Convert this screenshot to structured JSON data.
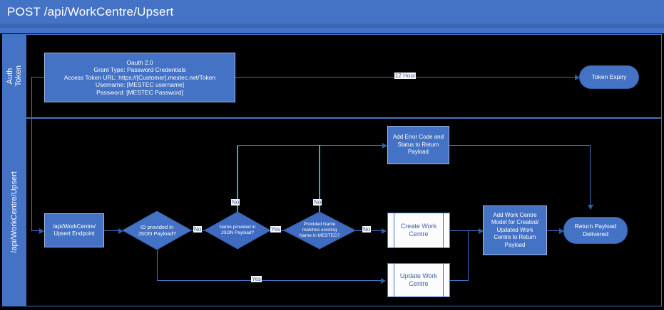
{
  "header": {
    "title": "POST /api/WorkCentre/Upsert"
  },
  "lanes": [
    {
      "id": "auth",
      "label": "Auth\nToken"
    },
    {
      "id": "api",
      "label": "/api/WorkCentre/Upsert"
    }
  ],
  "nodes": {
    "oauth": {
      "label": "Oauth 2.0\nGrant Type: Password Credentials\nAccess Token URL: https://[Customer].mestec.net/Token\nUsername: [MESTEC username]\nPassword: [MESTEC Password]",
      "shape": "process"
    },
    "token_expiry": {
      "label": "Token Expiry",
      "shape": "terminator"
    },
    "endpoint": {
      "label": "/api/WorkCentre/\nUpsert Endpoint",
      "shape": "process"
    },
    "d_id": {
      "label": "ID provided in\nJSON Payload?",
      "shape": "decision"
    },
    "d_name": {
      "label": "Name provided in\nJSON Payload?",
      "shape": "decision"
    },
    "d_match": {
      "label": "Provided Name\nmatches existing\nName in MESTEC?",
      "shape": "decision"
    },
    "error": {
      "label": "Add Error Code and\nStatus to Return\nPayload",
      "shape": "process"
    },
    "create": {
      "label": "Create Work\nCentre",
      "shape": "predefined"
    },
    "update": {
      "label": "Update Work\nCentre",
      "shape": "predefined"
    },
    "addmodel": {
      "label": "Add Work Centre\nModel for Created/\nUpdated Work\nCentre to Return\nPayload",
      "shape": "process"
    },
    "delivered": {
      "label": "Return Payload\nDelivered",
      "shape": "terminator"
    }
  },
  "edge_labels": {
    "expiry": "12 Hour",
    "id_no": "No",
    "id_yes": "Yes",
    "name_no": "No",
    "name_yes": "Yes",
    "match_no": "No"
  },
  "colors": {
    "accent": "#4472C4",
    "header_bg": "#4472C4",
    "canvas_bg": "#000000",
    "connector": "#4472C4",
    "branch_line": "#2FA8DC",
    "predefined_fill": "#FCFCFE",
    "predefined_text": "#44619D"
  }
}
